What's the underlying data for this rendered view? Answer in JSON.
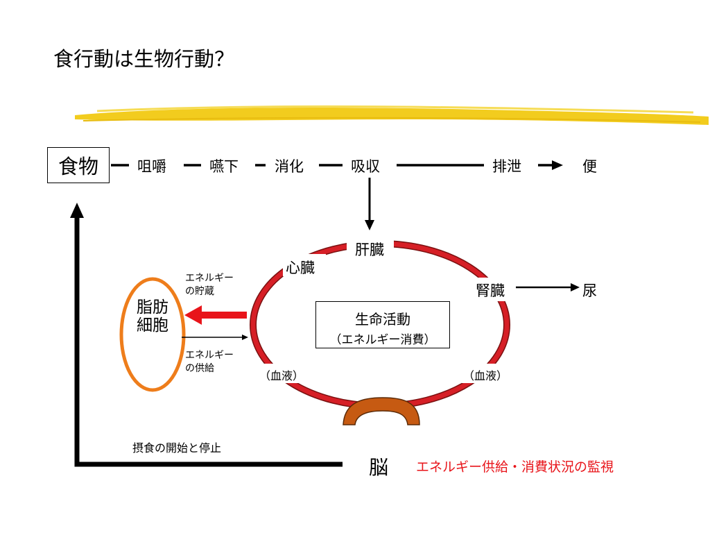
{
  "title": "食行動は生物行動？",
  "flow": {
    "food": "食物",
    "steps": [
      "咀嚼",
      "嚥下",
      "消化",
      "吸収",
      "排泄",
      "便"
    ]
  },
  "organs": {
    "liver": "肝臓",
    "heart": "心臓",
    "kidney": "腎臓",
    "urine": "尿",
    "blood_left": "（血液）",
    "blood_right": "（血液）"
  },
  "fat_cell": "脂肪細胞",
  "energy_storage": [
    "エネルギー",
    "の貯蔵"
  ],
  "energy_supply": [
    "エネルギー",
    "の供給"
  ],
  "life": {
    "title": "生命活動",
    "subtitle": "（エネルギー消費）"
  },
  "brain": "脳",
  "feeding_control": "摂食の開始と停止",
  "monitoring": "エネルギー供給・消費状況の監視",
  "colors": {
    "highlight": "#f2cc1e",
    "circulation": "#d61f26",
    "fat_cell_ring": "#ee7d1b",
    "brain_arch": "#c65a12",
    "monitor_text": "#e8141a"
  }
}
